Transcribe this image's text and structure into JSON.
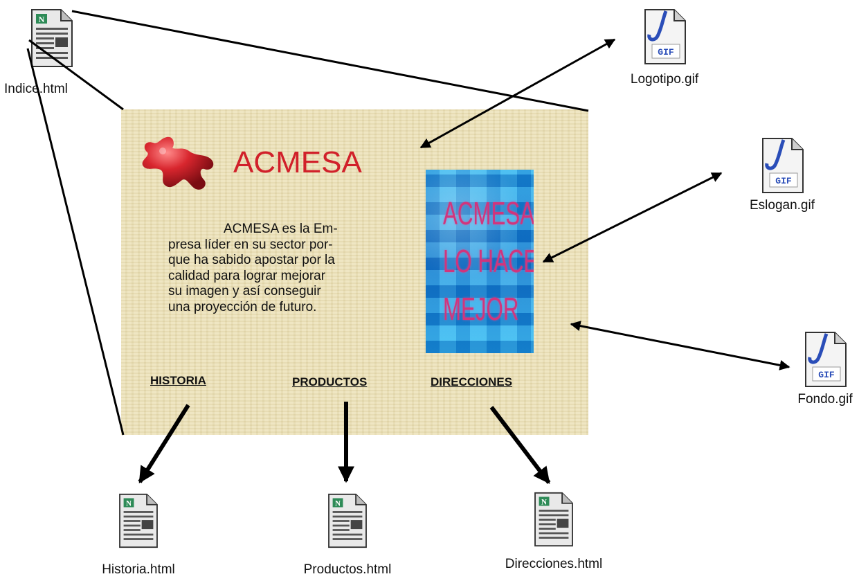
{
  "panel": {
    "logo_text": "ACMESA",
    "body_lines": [
      "ACMESA es la Em-",
      "presa líder en su sector por-",
      "que ha sabido apostar por la",
      "calidad para lograr mejorar",
      "su imagen y así conseguir",
      "una proyección de futuro."
    ],
    "slogan_lines": [
      "ACMESA",
      "LO HACE",
      "MEJOR"
    ],
    "nav": [
      "HISTORIA",
      "PRODUCTOS",
      "DIRECCIONES"
    ]
  },
  "files": {
    "indice": {
      "label": "Indice.html",
      "type": "html"
    },
    "logotipo": {
      "label": "Logotipo.gif",
      "type": "gif"
    },
    "eslogan": {
      "label": "Eslogan.gif",
      "type": "gif"
    },
    "fondo": {
      "label": "Fondo.gif",
      "type": "gif"
    },
    "historia": {
      "label": "Historia.html",
      "type": "html"
    },
    "productos": {
      "label": "Productos.html",
      "type": "html"
    },
    "direcciones": {
      "label": "Direcciones.html",
      "type": "html"
    }
  },
  "gif_icon_text": "GIF",
  "html_icon_text": "N",
  "colors": {
    "panel_bg": "#ece1b6",
    "logo_red": "#d1202a",
    "slogan_text": "#d0357d",
    "slogan_blue": "#1d7fd2"
  }
}
